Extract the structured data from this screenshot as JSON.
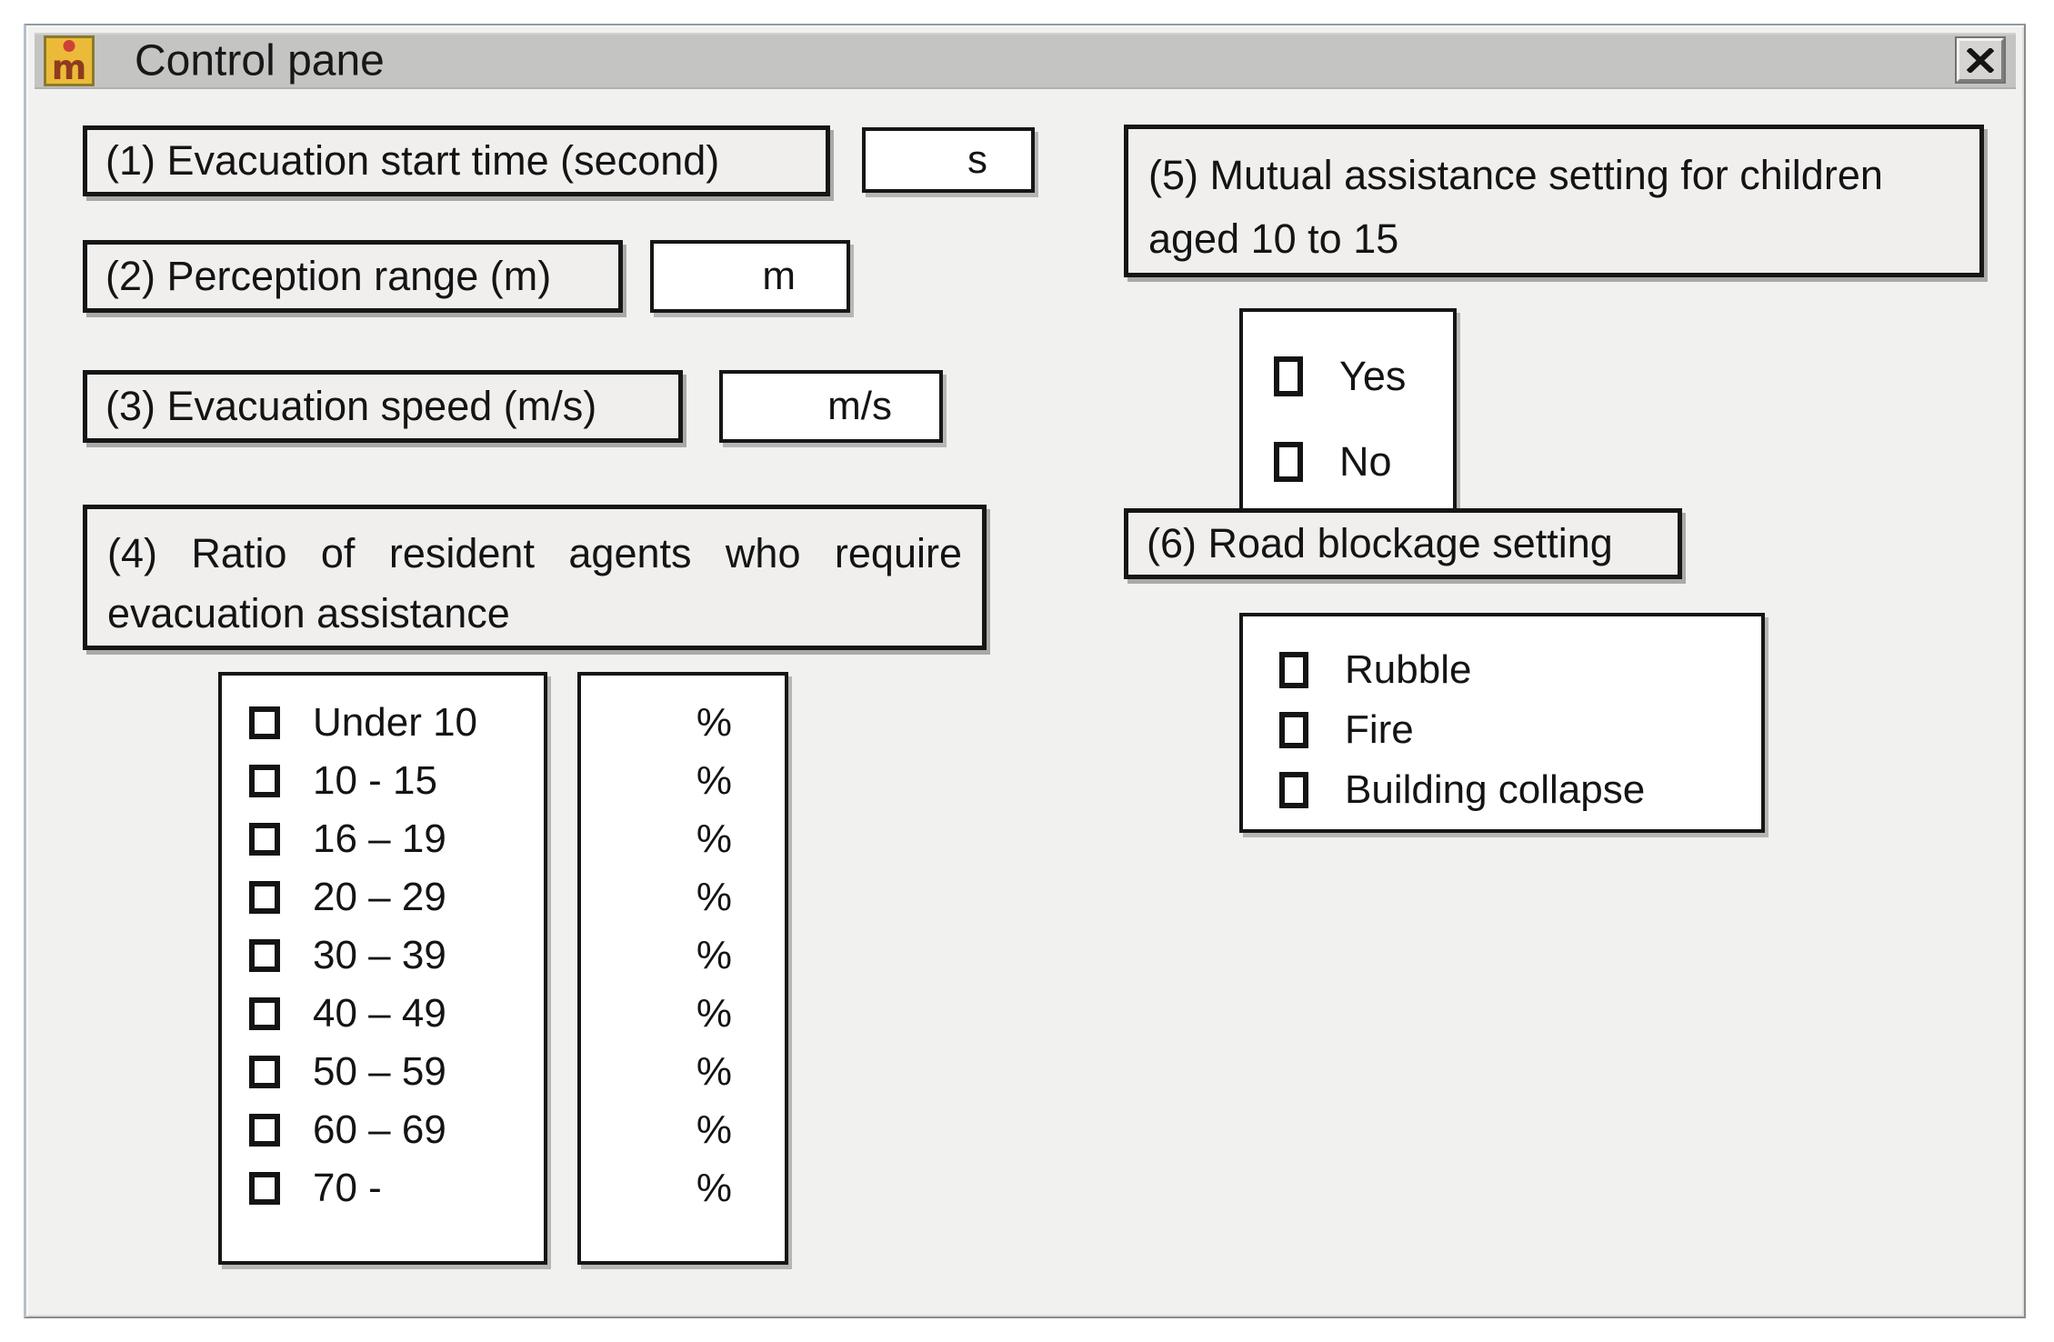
{
  "titlebar": {
    "title": "Control pane",
    "app_icon_letter": "m"
  },
  "fields": {
    "evac_start": {
      "label": "(1) Evacuation start time (second)",
      "value": "",
      "unit": "s"
    },
    "perception": {
      "label": "(2) Perception range (m)",
      "value": "",
      "unit": "m"
    },
    "evac_speed": {
      "label": "(3) Evacuation speed (m/s)",
      "value": "",
      "unit": "m/s"
    }
  },
  "assistance_ratio": {
    "label_line1": "(4) Ratio of resident agents who require",
    "label_line2": "evacuation assistance",
    "groups": [
      "Under 10",
      "10 - 15",
      "16 – 19",
      "20 – 29",
      "30 – 39",
      "40 – 49",
      "50 – 59",
      "60 – 69",
      "70 -"
    ],
    "percent_unit": "%"
  },
  "mutual_assistance": {
    "label_line1": "(5) Mutual assistance setting for children",
    "label_line2": "aged 10 to 15",
    "options": [
      "Yes",
      "No"
    ]
  },
  "road_blockage": {
    "label": "(6) Road blockage setting",
    "options": [
      "Rubble",
      "Fire",
      "Building collapse"
    ]
  }
}
